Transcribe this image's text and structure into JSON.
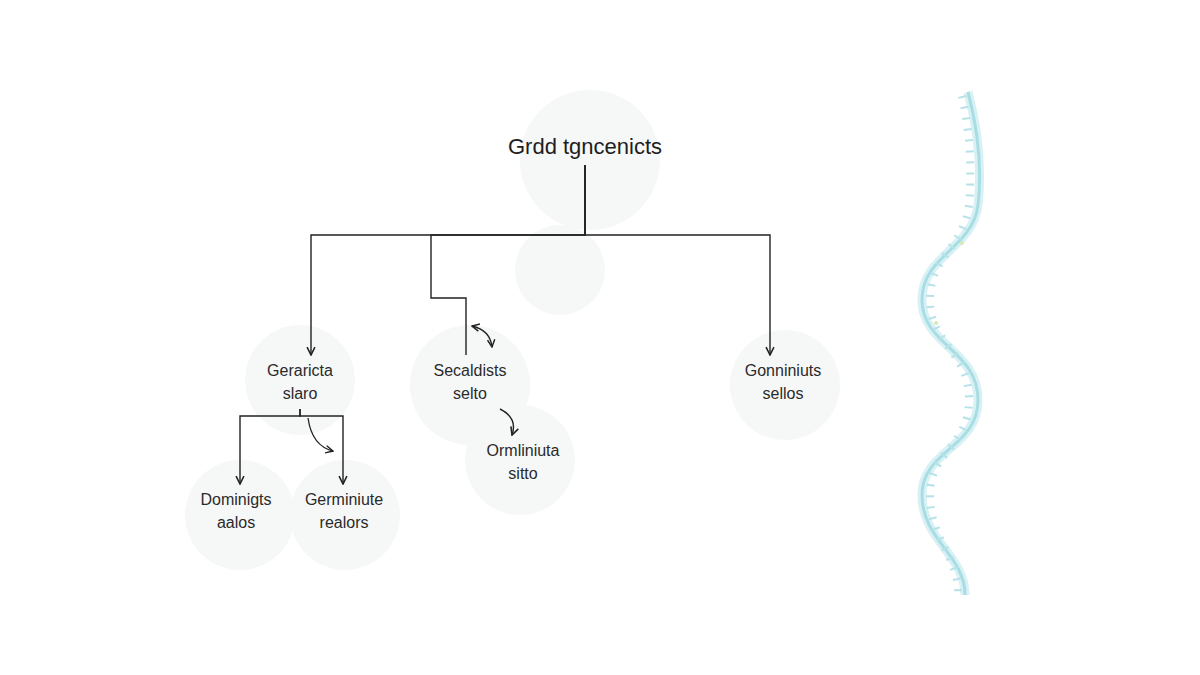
{
  "diagram": {
    "nodes": [
      {
        "text": [
          "Grdd tgncenicts"
        ]
      },
      {
        "text": [
          "Geraricta slaro"
        ]
      },
      {
        "text": [
          "Secaldists selto"
        ]
      },
      {
        "text": [
          "Gonniniuts sellos"
        ]
      },
      {
        "text": [
          "Ormliniuta sitto"
        ]
      },
      {
        "text": [
          "Dominigts aalos"
        ]
      },
      {
        "text": [
          "Germiniute realors"
        ]
      }
    ],
    "edges": [
      {
        "from": 0,
        "to": 1,
        "arrow": "to"
      },
      {
        "from": 0,
        "to": 2,
        "arrow": "none"
      },
      {
        "from": 0,
        "to": 3,
        "arrow": "to"
      },
      {
        "from": 2,
        "to": 4,
        "arrow": "to"
      },
      {
        "from": 1,
        "to": 5,
        "arrow": "to"
      },
      {
        "from": 1,
        "to": 6,
        "arrow": "to"
      }
    ]
  }
}
